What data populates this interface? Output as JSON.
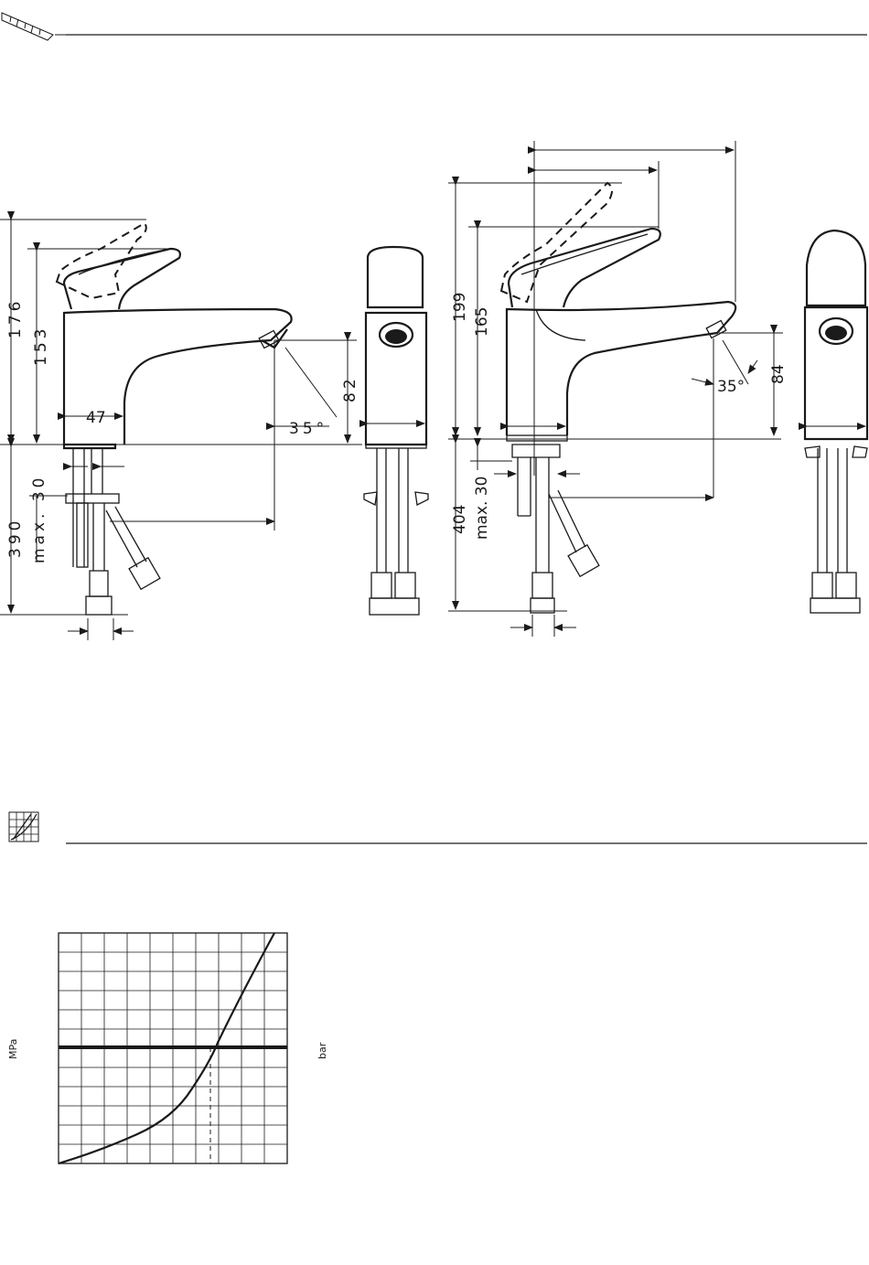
{
  "section_dimensions": {
    "icon": "ruler-icon",
    "left_faucet": {
      "height_total": "176",
      "height_lever": "153",
      "width_body": "47",
      "spout_height": "82",
      "angle": "35°",
      "connection_length": "390",
      "max_thickness": "max. 30"
    },
    "right_faucet": {
      "height_total": "199",
      "height_lever": "165",
      "spout_height": "84",
      "angle": "35°",
      "connection_length": "404",
      "max_thickness": "max. 30"
    }
  },
  "section_flow": {
    "icon": "flow-chart-icon",
    "chart_data": {
      "type": "line",
      "title": "",
      "left_unit": "MPa",
      "right_unit": "bar",
      "grid": true,
      "series": [
        {
          "curve": "flow-pressure"
        }
      ]
    }
  }
}
